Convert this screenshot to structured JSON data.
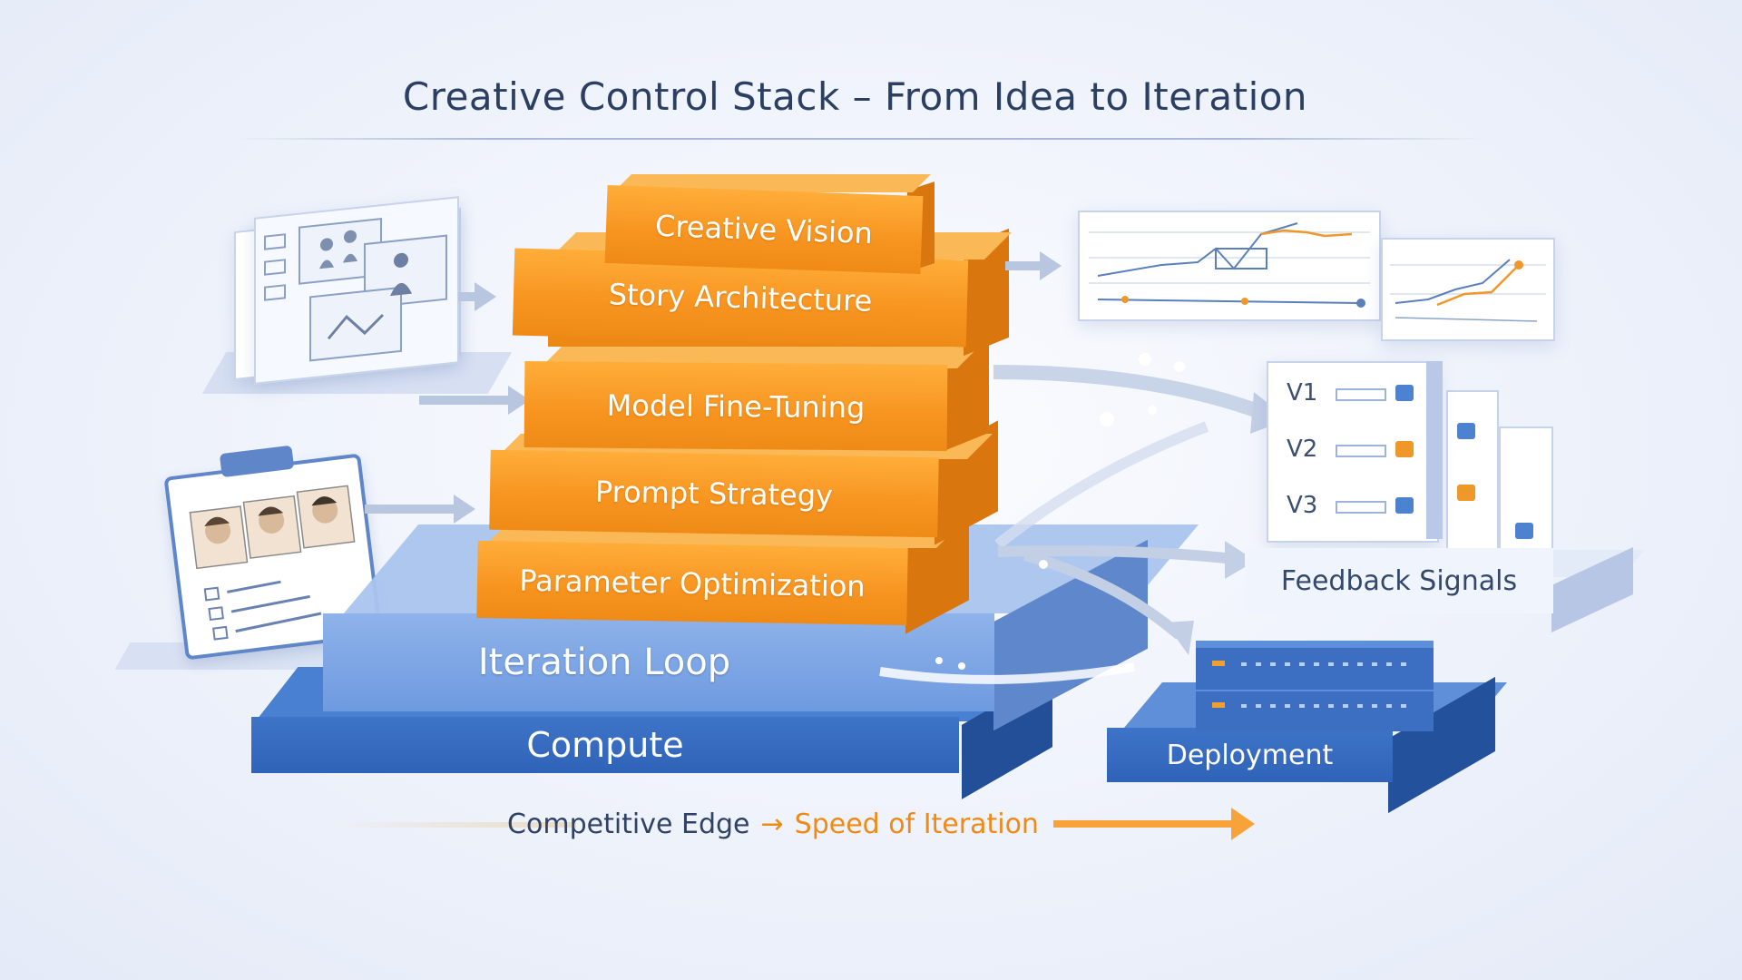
{
  "title": "Creative Control Stack – From Idea to Iteration",
  "layers": {
    "creative_vision": "Creative Vision",
    "story_architecture": "Story Architecture",
    "model_fine_tuning": "Model Fine-Tuning",
    "prompt_strategy": "Prompt Strategy",
    "parameter_optimization": "Parameter Optimization",
    "iteration_loop": "Iteration Loop",
    "compute": "Compute"
  },
  "deployment": "Deployment",
  "feedback": {
    "label": "Feedback Signals",
    "versions": [
      "V1",
      "V2",
      "V3"
    ]
  },
  "bottom": {
    "left": "Competitive Edge",
    "right": "Speed of Iteration"
  },
  "colors": {
    "orange": "#f7941f",
    "blue_light": "#7ea6e6",
    "blue_dark": "#3468be",
    "title": "#2b3f63"
  }
}
